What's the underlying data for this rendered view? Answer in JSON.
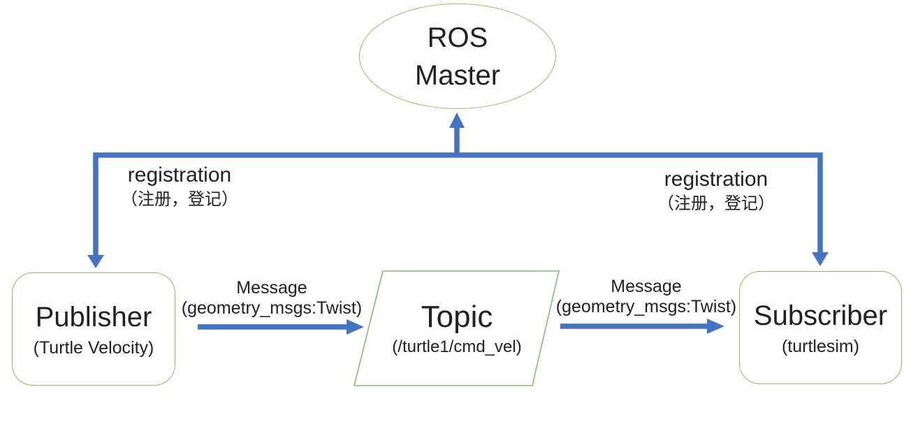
{
  "colors": {
    "connector_blue": "#4472C4",
    "shape_green": "#8ABB64",
    "text": "#212121",
    "background": "#FFFFFF"
  },
  "nodes": {
    "ros_master": {
      "line1": "ROS",
      "line2": "Master"
    },
    "publisher": {
      "title": "Publisher",
      "subtitle": "(Turtle Velocity)"
    },
    "topic": {
      "title": "Topic",
      "subtitle": "(/turtle1/cmd_vel)"
    },
    "subscriber": {
      "title": "Subscriber",
      "subtitle": "(turtlesim)"
    }
  },
  "edges": {
    "registration_left": {
      "label": "registration",
      "sublabel": "（注册，登记）"
    },
    "registration_right": {
      "label": "registration",
      "sublabel": "（注册，登记）"
    },
    "message_publisher_to_topic": {
      "label": "Message",
      "sublabel": "(geometry_msgs:Twist)"
    },
    "message_topic_to_subscriber": {
      "label": "Message",
      "sublabel": "(geometry_msgs:Twist)"
    }
  }
}
